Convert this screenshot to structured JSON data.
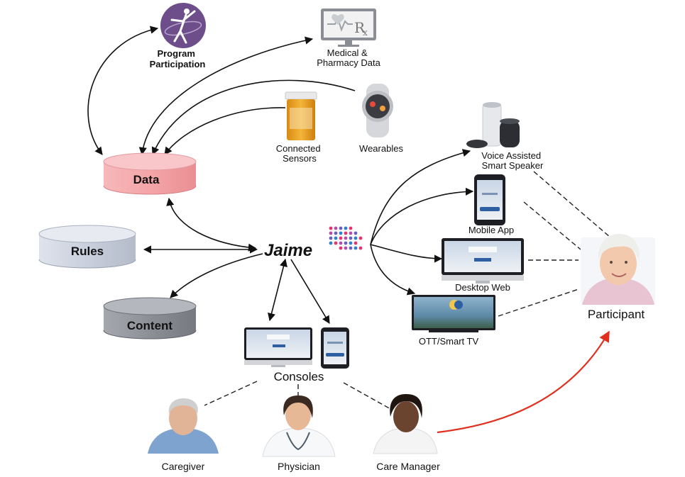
{
  "hub": {
    "name": "Jaime"
  },
  "stores": {
    "data": "Data",
    "rules": "Rules",
    "content": "Content"
  },
  "sources": {
    "program_participation": [
      "Program",
      "Participation"
    ],
    "medical_pharmacy": [
      "Medical &",
      "Pharmacy Data"
    ],
    "connected_sensors": [
      "Connected",
      "Sensors"
    ],
    "wearables": "Wearables"
  },
  "channels": {
    "smart_speaker": [
      "Voice Assisted",
      "Smart Speaker"
    ],
    "mobile_app": "Mobile App",
    "desktop_web": "Desktop Web",
    "ott_tv": "OTT/Smart TV"
  },
  "consoles": "Consoles",
  "participant": "Participant",
  "roles": {
    "caregiver": "Caregiver",
    "physician": "Physician",
    "care_manager": "Care Manager"
  },
  "colors": {
    "data_store": "#f4a5a8",
    "rules_store": "#c9cfdc",
    "content_store": "#8c8f96",
    "program_icon": "#6d4e8a",
    "return_arrow": "#e0301e",
    "logo_dots": [
      "#e8316f",
      "#b44da6",
      "#6a5fc1",
      "#2f7fd1"
    ]
  },
  "icons": {
    "program_participation": "dancer-figure-icon",
    "medical_pharmacy": "monitor-heart-rx-icon",
    "connected_sensors": "pill-bottle-icon",
    "wearables": "smartwatch-icon",
    "smart_speaker": "smart-speaker-icon",
    "mobile_app": "smartphone-icon",
    "desktop_web": "desktop-monitor-icon",
    "ott_tv": "television-icon",
    "consoles": "monitor-and-tablet-icon"
  }
}
